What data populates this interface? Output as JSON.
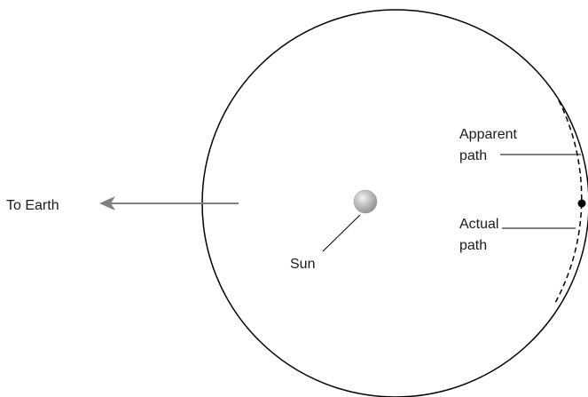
{
  "labels": {
    "to_earth": "To Earth",
    "sun": "Sun",
    "apparent_path_line1": "Apparent",
    "apparent_path_line2": "path",
    "actual_path_line1": "Actual",
    "actual_path_line2": "path"
  },
  "colors": {
    "line": "#000000",
    "arrow": "#808080",
    "sun_light": "#f2f2f2",
    "sun_dark": "#8c8c8c",
    "text": "#1a1a1a"
  }
}
